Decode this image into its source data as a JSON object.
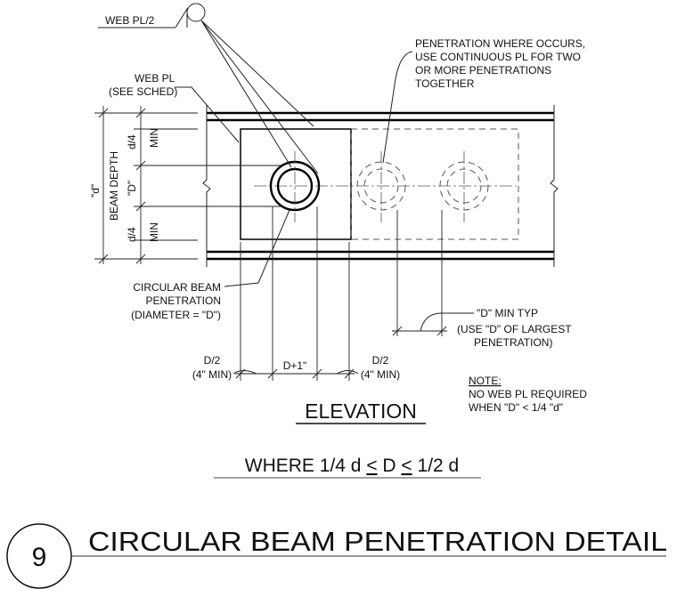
{
  "labels": {
    "web_pl_half": "WEB PL/2",
    "web_pl": "WEB PL",
    "see_sched": "(SEE SCHED)",
    "penetration_note": [
      "PENETRATION WHERE OCCURS,",
      "USE CONTINUOUS PL FOR TWO",
      "OR MORE PENETRATIONS",
      "TOGETHER"
    ],
    "beam_depth": "BEAM DEPTH",
    "d_quoted": "\"d\"",
    "d4": "d/4",
    "min": "MIN",
    "D_quoted": "\"D\"",
    "circular_penetration": [
      "CIRCULAR BEAM",
      "PENETRATION",
      "(DIAMETER = \"D\")"
    ],
    "d_min_typ": "\"D\" MIN TYP",
    "largest_pen": [
      "(USE \"D\" OF LARGEST",
      "PENETRATION)"
    ],
    "d2": "D/2",
    "four_in_min": "(4\" MIN)",
    "d_plus_one": "D+1\"",
    "note_title": "NOTE:",
    "note_lines": [
      "NO WEB PL REQUIRED",
      "WHEN \"D\" < 1/4 \"d\""
    ]
  },
  "titles": {
    "elevation": "ELEVATION",
    "where_prefix": "WHERE 1/4 d ",
    "where_lt1": "<",
    "where_mid": " D ",
    "where_lt2": "<",
    "where_suffix": " 1/2 d",
    "detail_number": "9",
    "detail_title": "CIRCULAR BEAM PENETRATION DETAIL"
  }
}
